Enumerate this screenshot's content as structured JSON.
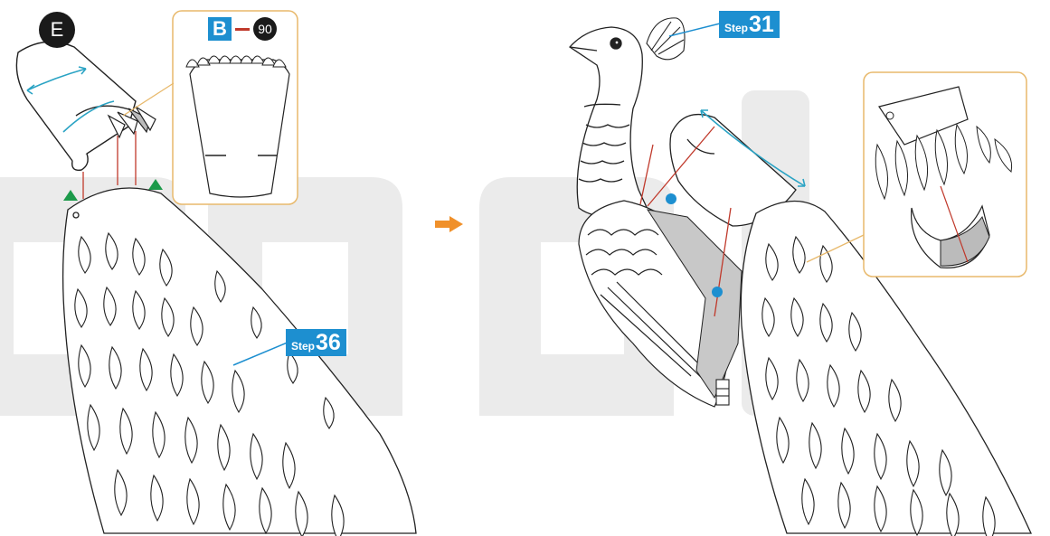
{
  "part_labels": {
    "part_e": "E",
    "part_b": "B",
    "part_number": "90"
  },
  "steps": {
    "step_left": {
      "word": "Step",
      "number": "36"
    },
    "step_right": {
      "word": "Step",
      "number": "31"
    }
  },
  "colors": {
    "step_badge": "#1d8fd0",
    "callout_border": "#e8b96c",
    "connector_red": "#c0392b",
    "rotation_cyan": "#2aa3c4",
    "marker_green": "#1c9a4a",
    "marker_blue": "#1d8fd0",
    "transition_arrow": "#f0902a",
    "watermark_gray": "#ebebeb",
    "label_black": "#1a1a1a"
  },
  "icons": {
    "transition": "right-arrow-icon",
    "align_marker": "green-triangle-icon",
    "glue_marker": "blue-dot-icon"
  }
}
